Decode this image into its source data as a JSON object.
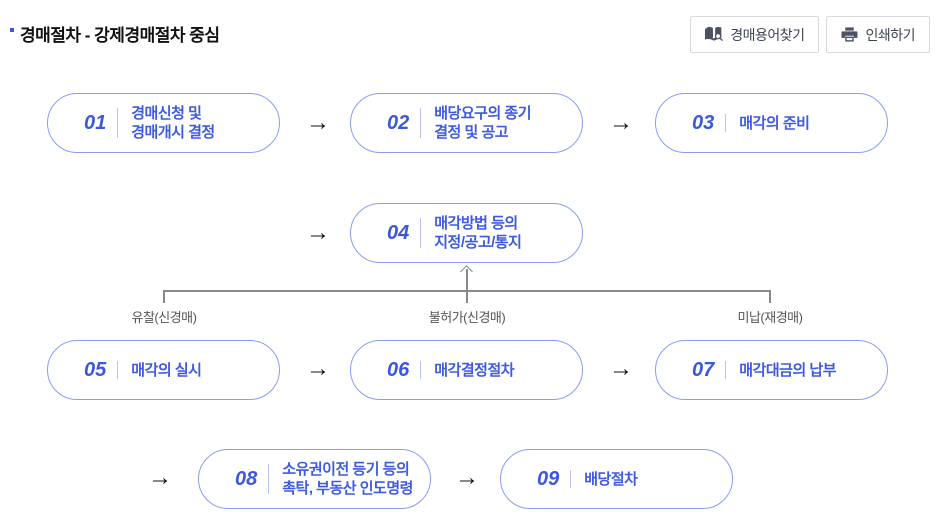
{
  "page": {
    "title": "경매절차 - 강제경매절차 중심"
  },
  "toolbar": {
    "glossary_label": "경매용어찾기",
    "print_label": "인쇄하기"
  },
  "flow": {
    "arrow_glyph": "→",
    "steps": [
      {
        "num": "01",
        "lines": [
          "경매신청 및",
          "경매개시 결정"
        ]
      },
      {
        "num": "02",
        "lines": [
          "배당요구의 종기",
          "결정 및 공고"
        ]
      },
      {
        "num": "03",
        "lines": [
          "매각의 준비"
        ]
      },
      {
        "num": "04",
        "lines": [
          "매각방법 등의",
          "지정/공고/통지"
        ]
      },
      {
        "num": "05",
        "lines": [
          "매각의 실시"
        ]
      },
      {
        "num": "06",
        "lines": [
          "매각결정절차"
        ]
      },
      {
        "num": "07",
        "lines": [
          "매각대금의 납부"
        ]
      },
      {
        "num": "08",
        "lines": [
          "소유권이전 등기 등의",
          "촉탁, 부동산 인도명령"
        ]
      },
      {
        "num": "09",
        "lines": [
          "배당절차"
        ]
      }
    ],
    "branches": [
      {
        "label": "유찰(신경매)"
      },
      {
        "label": "불허가(신경매)"
      },
      {
        "label": "미납(재경매)"
      }
    ]
  },
  "colors": {
    "box_border": "#8a9df0",
    "box_text": "#3d5be0",
    "step_number": "#3a58df",
    "arrow": "#111111",
    "connector_line": "#888888",
    "branch_label": "#555555",
    "button_border": "#d9d9d9",
    "button_text": "#3f4454",
    "title_text": "#111111",
    "title_bullet": "#3b5be0"
  }
}
